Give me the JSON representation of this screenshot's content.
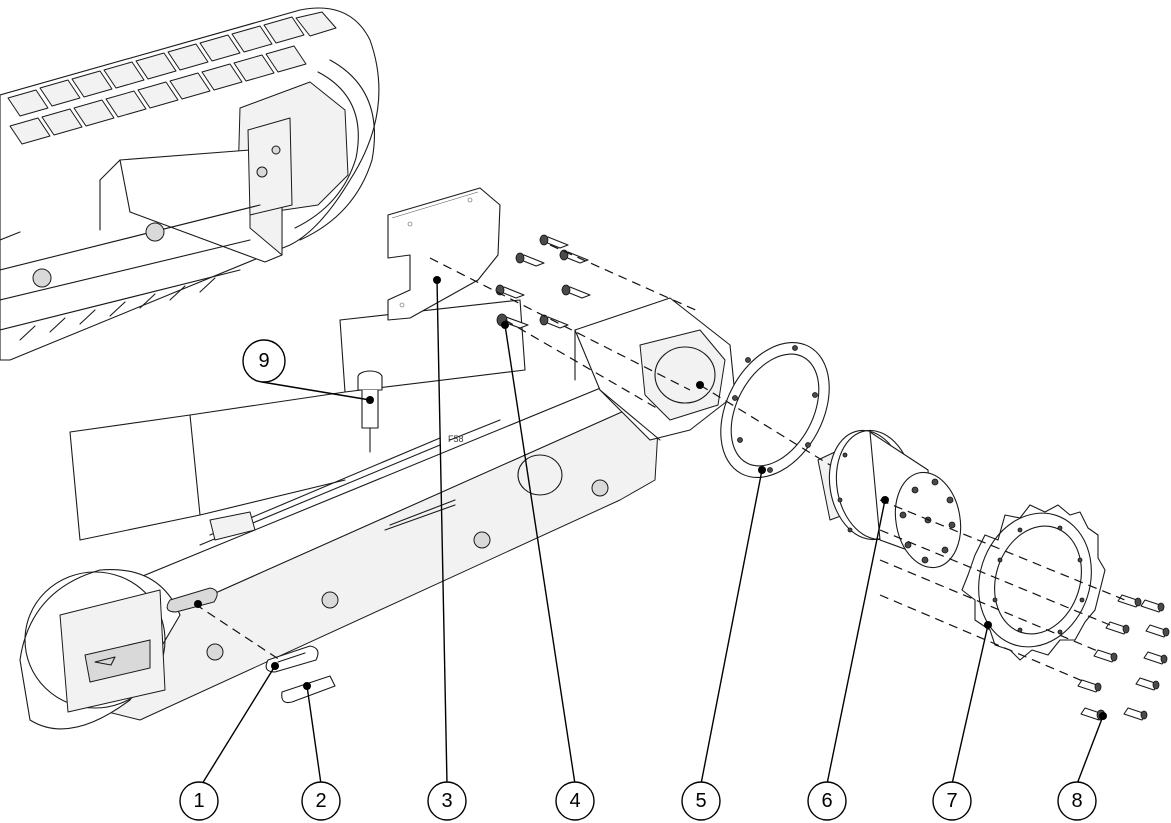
{
  "callouts": [
    {
      "id": "1",
      "label": "1",
      "part": "slot-cover"
    },
    {
      "id": "2",
      "label": "2",
      "part": "slot-plate"
    },
    {
      "id": "3",
      "label": "3",
      "part": "cover-plate"
    },
    {
      "id": "4",
      "label": "4",
      "part": "bolts"
    },
    {
      "id": "5",
      "label": "5",
      "part": "gasket"
    },
    {
      "id": "6",
      "label": "6",
      "part": "drive-motor"
    },
    {
      "id": "7",
      "label": "7",
      "part": "sprocket"
    },
    {
      "id": "8",
      "label": "8",
      "part": "sprocket-bolts"
    },
    {
      "id": "9",
      "label": "9",
      "part": "pin"
    }
  ],
  "frame_marking": "F58"
}
